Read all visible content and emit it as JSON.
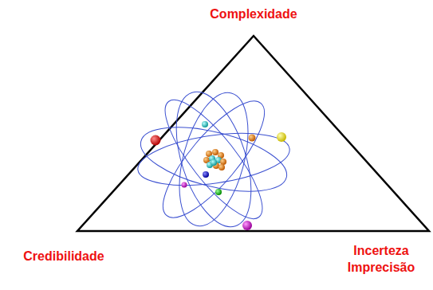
{
  "diagram": {
    "labels": [
      "Complexidade",
      "Credibilidade",
      "Incerteza Imprecisão"
    ]
  }
}
